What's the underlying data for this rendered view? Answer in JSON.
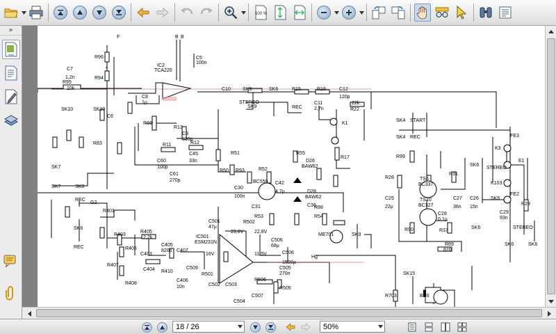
{
  "toolbar": {
    "icons": [
      "open-folder-icon",
      "print-icon",
      "first-page-icon",
      "previous-page-icon",
      "next-page-icon",
      "last-page-icon",
      "go-back-icon",
      "go-forward-icon",
      "undo-icon",
      "redo-icon",
      "zoom-icon",
      "actual-size-icon",
      "fit-page-icon",
      "fit-width-icon",
      "zoom-out-icon",
      "zoom-in-icon",
      "rotate-left-icon",
      "rotate-right-icon",
      "hand-tool-icon",
      "glasses-icon",
      "select-arrow-icon",
      "binoculars-icon",
      "text-select-icon"
    ],
    "actual_size_label": "100 %"
  },
  "sidebar": {
    "collapse_glyph": "»",
    "panels": [
      "page-view-icon",
      "thumbnails-icon",
      "annotations-icon",
      "layers-icon"
    ],
    "bottom_tools": [
      "comments-icon",
      "attachments-icon"
    ]
  },
  "navigation": {
    "page_field": "18 / 26",
    "zoom_field": "50%"
  },
  "schematic": {
    "labels": {
      "f": "F",
      "b1": "B",
      "b2": "B",
      "r96": "R96",
      "r94": "R94",
      "c7": "C7",
      "c7v": "1,2n",
      "r95": "R95",
      "r95v": "10k",
      "c5": "C5",
      "c5v": "100n",
      "ic2": "IC2",
      "ic2t": "TCA220",
      "c8": "C8",
      "c8v": "1µ",
      "c10": "C10",
      "sk9a": "SK9",
      "sk9b": "SK9",
      "sk6a": "SK6",
      "r15": "R15",
      "r16": "R16",
      "c12": "C12",
      "c12v": "120p",
      "r22": "R22",
      "r22v": "22k",
      "stereo1": "STEREO",
      "rec1": "REC",
      "c11": "C11",
      "c11v": "2,7n",
      "sk10a": "SK10",
      "sk10b": "SK10",
      "c6": "C6",
      "r83": "R83",
      "r10": "R10",
      "r13": "R13",
      "c9": "C9",
      "c9v": "330p",
      "r11": "R11",
      "r12": "R12",
      "c45": "C45",
      "c45v": "33n",
      "c60": "C60",
      "c60v": "100p",
      "c61": "C61",
      "c61v": "270p",
      "sk7": "SK7",
      "sk8": "SK8",
      "rec2": "REC",
      "r51": "R51",
      "r50": "R50",
      "r93": "R93",
      "r52": "R52",
      "c42": "C42",
      "c42v": "4,7µ",
      "ts1": "BC550",
      "c30": "C30",
      "c30v": "100n",
      "c31": "C31",
      "r53": "R53",
      "r55": "R55",
      "d26": "D26",
      "d26t": "BAW62",
      "d28": "D28",
      "d28t": "BAW62",
      "c36": "C36",
      "r88": "R88",
      "r54": "R54",
      "r17": "R17",
      "k1": "K1",
      "sk4a": "SK4",
      "start": "START",
      "sk4b": "SK4",
      "rec3": "REC",
      "r99": "R99",
      "ts6": "TS6",
      "ts6t": "BC337",
      "ts10": "TS10",
      "ts10t": "BC327",
      "r31": "R31",
      "r28": "R28",
      "c25": "C25",
      "c25v": "22µ",
      "c27": "C27",
      "c27v": "36n",
      "c26": "C26",
      "c26v": "15n",
      "r90": "R90",
      "r37": "R37",
      "c28": "C28",
      "c28v": "0,1µ",
      "r89": "R89",
      "r89v": "820",
      "fe3": "FE3",
      "k3": "K3",
      "e1": "E1",
      "k103": "K103",
      "fe2": "FE2",
      "sk6b": "SK6",
      "stereo2": "STEREO",
      "sk6c": "SK6",
      "c29": "C29",
      "c29v": "93n",
      "r29": "R29",
      "stereo3": "STEREO",
      "sk6d": "SK6",
      "sk6e": "SK6",
      "sk6f": "SK6",
      "rec4": "REC",
      "r401": "R401",
      "r403": "R403",
      "r405": "R405",
      "r405v": "2,2k",
      "r406": "R406",
      "c403": "C403",
      "c404": "C404",
      "r407": "R407",
      "r408": "R408",
      "c405": "C405",
      "c405v": "820p",
      "r410": "R410",
      "c406": "C406",
      "c406v": "10n",
      "c407": "C407",
      "ic501": "IC501",
      "ic501t": "ESM231N",
      "c501": "C501",
      "c501v": "47µ",
      "r502": "R502",
      "c506": "C506",
      "c506v": "68µ",
      "c508": "C508",
      "c508v": "1500µ",
      "c505": "C505",
      "c505v": "270n",
      "r505": "R505",
      "c509": "C509",
      "r501": "R501",
      "c502": "C502",
      "c503": "C503",
      "c504": "C504",
      "c507": "C507",
      "r506": "R506",
      "me701": "ME701",
      "sk9c": "SK9",
      "sk15": "SK15",
      "bu6": "BU6",
      "r703": "R703",
      "v238": "23,8V",
      "v228": "22,8V",
      "v115": "11,5V",
      "v16": "16V",
      "hg": "Hg",
      "n2": "G2"
    }
  }
}
